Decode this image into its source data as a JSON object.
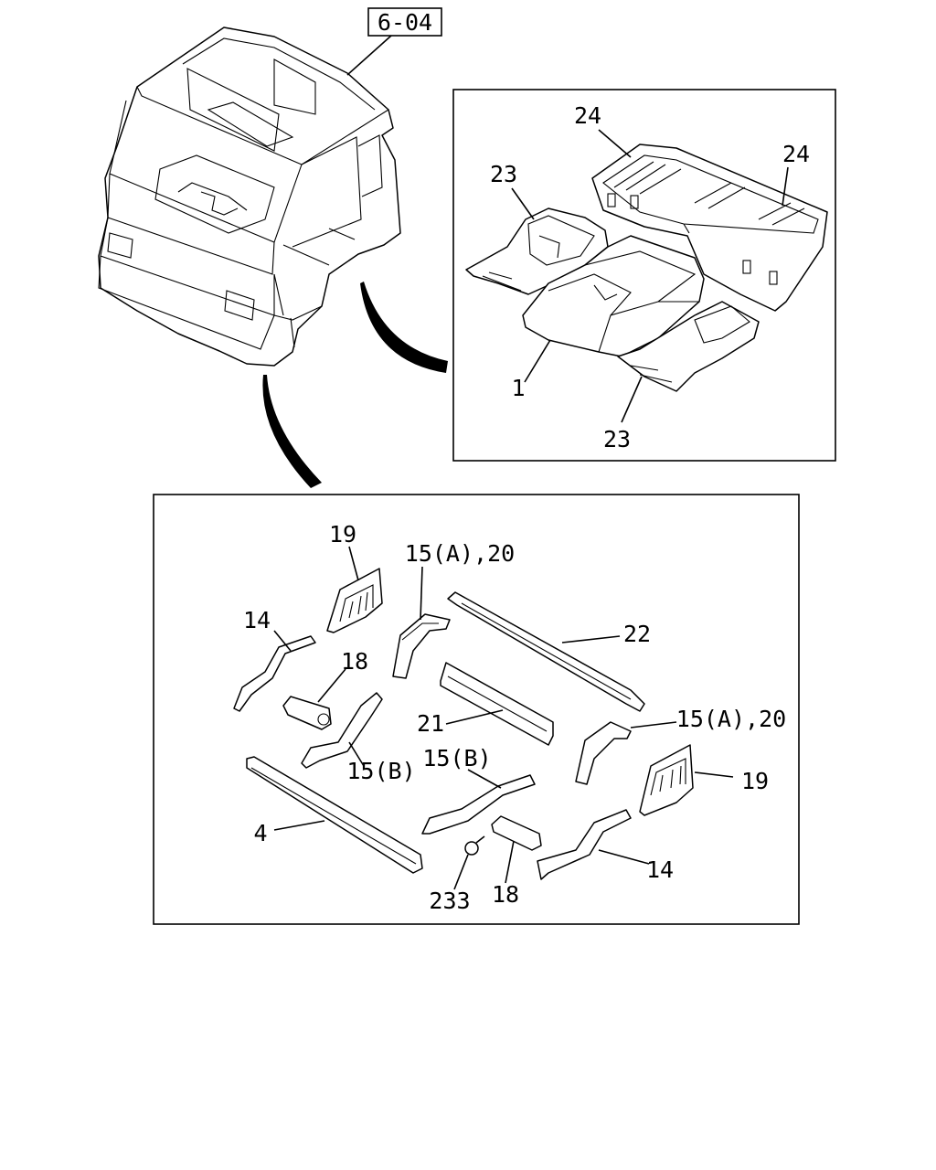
{
  "reference_label": "6-04",
  "floor_panel_callouts": {
    "rear_panel_left": "24",
    "rear_panel_right": "24",
    "floor_side_left": "23",
    "floor_side_right": "23",
    "floor_center": "1"
  },
  "frame_callouts": {
    "bracket_left": "19",
    "bracket_right": "19",
    "rail_upper_left": "15(A),20",
    "rail_upper_right": "15(A),20",
    "cross_member_rear": "22",
    "cross_member_mid": "21",
    "sill_left": "14",
    "sill_right": "14",
    "support_left": "18",
    "support_right": "18",
    "rail_lower_left": "15(B)",
    "rail_lower_right": "15(B)",
    "front_member": "4",
    "screw": "233"
  }
}
